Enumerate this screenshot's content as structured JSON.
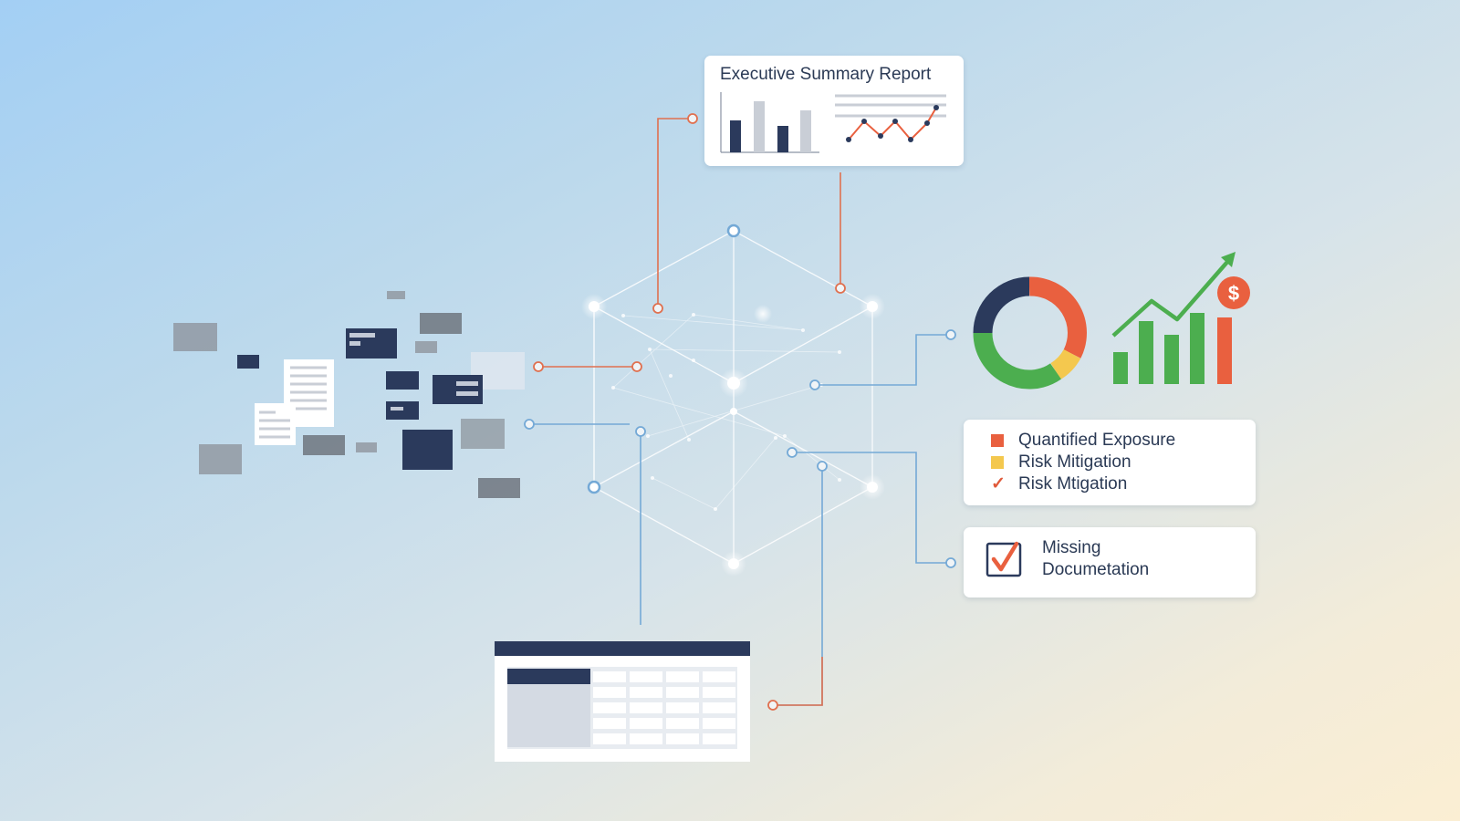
{
  "exec_report": {
    "title": "Executive Summary Report"
  },
  "legend": {
    "items": [
      {
        "label": "Quantified Exposure",
        "color": "#e9603f",
        "marker": "square"
      },
      {
        "label": "Risk Mitigation",
        "color": "#f4c84e",
        "marker": "square"
      },
      {
        "label": "Risk Mtigation",
        "color": "#e05a3a",
        "marker": "checkmark-icon"
      }
    ]
  },
  "missing": {
    "line1": "Missing",
    "line2": "Documetation",
    "icon": "checkbox-checked-icon"
  },
  "icons": {
    "dollar_badge": "$",
    "donut": "donut-chart-icon",
    "growth": "bar-growth-chart-icon"
  },
  "colors": {
    "navy": "#2b3a5c",
    "orange": "#e9603f",
    "yellow": "#f4c84e",
    "green": "#4cae4f",
    "blue_line": "#74a9d6",
    "orange_line": "#e0704f"
  }
}
